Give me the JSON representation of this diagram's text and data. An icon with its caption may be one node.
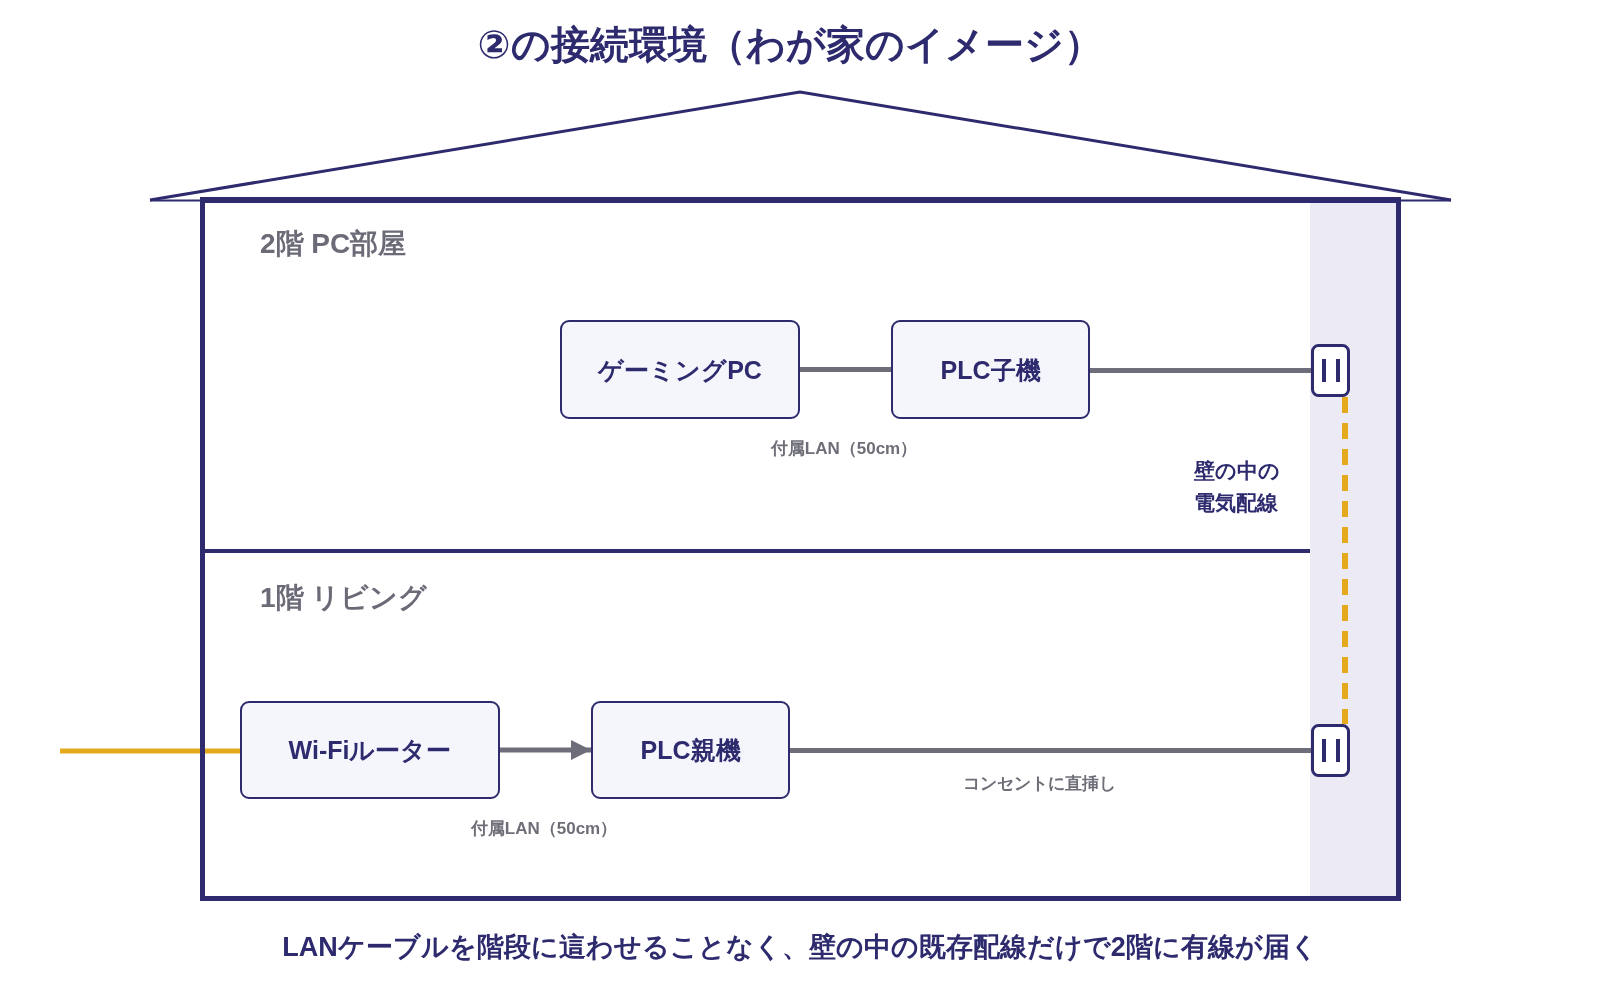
{
  "diagram": {
    "title": "②の接続環境（わが家のイメージ）",
    "caption": "LANケーブルを階段に這わせることなく、壁の中の既存配線だけで2階に有線が届く",
    "nodes": [
      {
        "text": [
          "2階 PC部屋"
        ]
      },
      {
        "text": [
          "ゲーミングPC"
        ],
        "in": 0
      },
      {
        "text": [
          "PLC子機"
        ],
        "in": 0
      },
      {
        "text": [],
        "shape": "socket"
      },
      {
        "text": [
          "1階 リビング"
        ]
      },
      {
        "text": [
          "Wi-Fiルーター"
        ],
        "in": 4
      },
      {
        "text": [
          "PLC親機"
        ],
        "in": 4
      },
      {
        "text": [],
        "shape": "socket"
      }
    ],
    "edges": [
      {
        "from": 1,
        "to": 2,
        "arrow": "none",
        "label": "付属LAN（50cm）"
      },
      {
        "from": 2,
        "to": 3,
        "arrow": "none"
      },
      {
        "from": 3,
        "to": 7,
        "arrow": "none",
        "style": "dashed",
        "color": "#e5a91e",
        "label": "壁の中の電気配線"
      },
      {
        "from": null,
        "to": 5,
        "arrow": "none",
        "color": "#e5a91e"
      },
      {
        "from": 5,
        "to": 6,
        "arrow": "to",
        "label": "付属LAN（50cm）"
      },
      {
        "from": 6,
        "to": 7,
        "arrow": "none",
        "label": "コンセントに直挿し"
      }
    ]
  }
}
